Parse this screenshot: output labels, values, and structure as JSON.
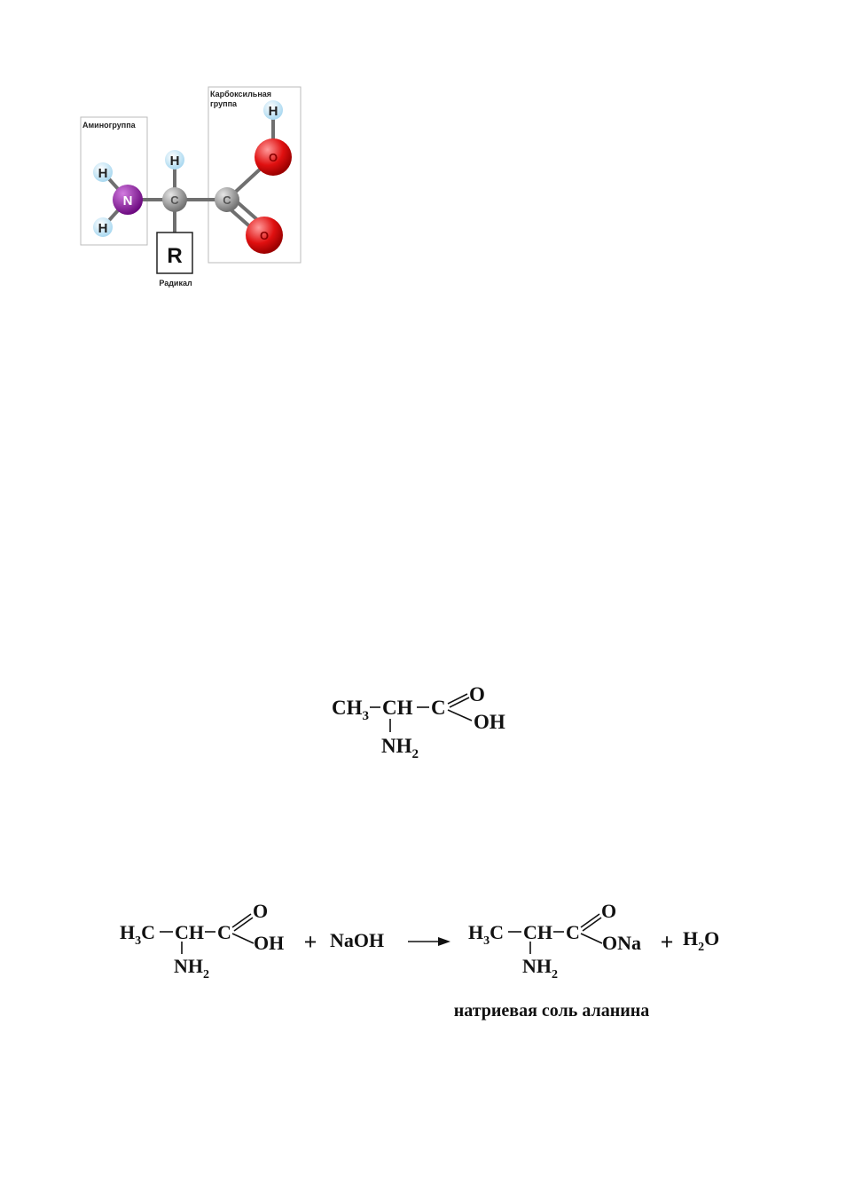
{
  "molecule_diagram": {
    "amino_group_label": "Аминогруппа",
    "carboxyl_group_label_line1": "Карбоксильная",
    "carboxyl_group_label_line2": "группа",
    "radical_label": "Радикал",
    "radical_symbol": "R",
    "atoms": {
      "hydrogen": "H",
      "nitrogen": "N",
      "carbon": "C",
      "oxygen": "O"
    },
    "colors": {
      "hydrogen": "#bfe3f5",
      "nitrogen": "#8a1a9c",
      "carbon": "#9a9a9a",
      "oxygen": "#e01010"
    }
  },
  "alanine_formula": {
    "ch3": "CH",
    "ch3_sub": "3",
    "ch": "CH",
    "c": "C",
    "o": "O",
    "oh": "OH",
    "nh2": "NH",
    "nh2_sub": "2"
  },
  "reaction": {
    "left": {
      "h3c_h": "H",
      "h3c_sub": "3",
      "h3c_c": "C",
      "ch": "CH",
      "c": "C",
      "o": "O",
      "oh": "OH",
      "nh2": "NH",
      "nh2_sub": "2"
    },
    "plus1": "+",
    "reagent": "NaOH",
    "right": {
      "h3c_h": "H",
      "h3c_sub": "3",
      "h3c_c": "C",
      "ch": "CH",
      "c": "C",
      "o": "O",
      "ona": "ONa",
      "nh2": "NH",
      "nh2_sub": "2"
    },
    "plus2": "+",
    "water_h": "H",
    "water_sub": "2",
    "water_o": "O",
    "product_caption": "натриевая соль аланина"
  }
}
